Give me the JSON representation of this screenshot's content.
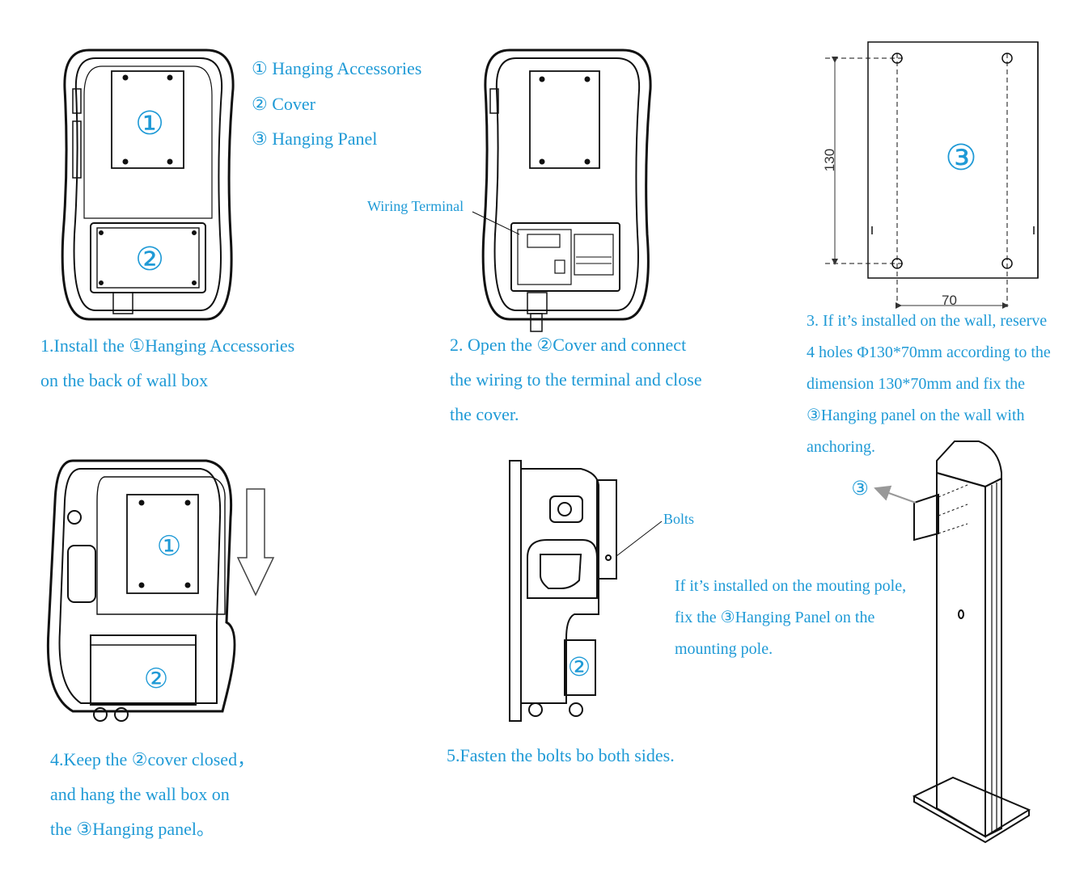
{
  "legend": {
    "item1": "① Hanging Accessories",
    "item2": "② Cover",
    "item3": "③ Hanging Panel"
  },
  "labels": {
    "wiring_terminal": "Wiring Terminal",
    "bolts": "Bolts",
    "dim_130": "130",
    "dim_70": "70",
    "circle_1": "①",
    "circle_2": "②",
    "circle_3": "③"
  },
  "steps": {
    "step1_line1": "1.Install the ①Hanging Accessories",
    "step1_line2": "on the back of wall box",
    "step2_line1": "2. Open the ②Cover  and connect",
    "step2_line2": "the wiring to the terminal and close",
    "step2_line3": "the cover.",
    "step3_line1": "3. If it’s installed on the wall, reserve",
    "step3_line2": " 4 holes Φ130*70mm according to the",
    "step3_line3": "dimension 130*70mm and fix the",
    "step3_line4": "③Hanging panel on the wall with",
    "step3_line5": "anchoring.",
    "pole_line1": "If it’s installed on the mouting pole,",
    "pole_line2": "fix the ③Hanging Panel on the",
    "pole_line3": "mounting pole.",
    "step4_line1": "4.Keep the ②cover closed，",
    "step4_line2": "and hang the wall box on",
    "step4_line3": "the ③Hanging panel。",
    "step5_line1": "5.Fasten the bolts bo both sides."
  },
  "colors": {
    "accent": "#1f9ad6",
    "line": "#111111",
    "dim_line": "#333333"
  }
}
